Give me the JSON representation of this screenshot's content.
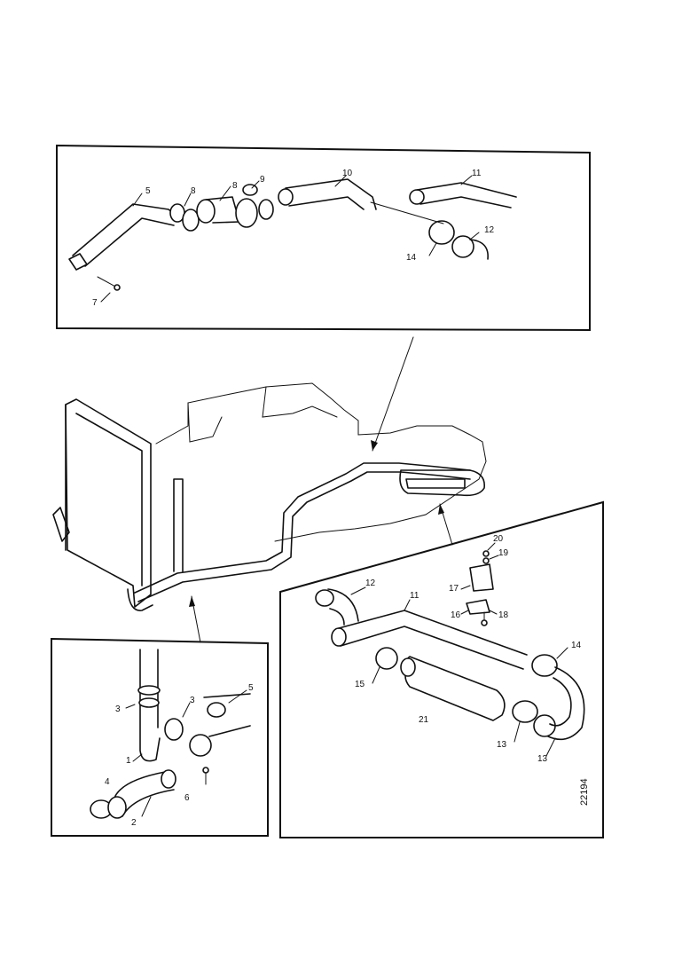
{
  "top_inset": {
    "callouts": [
      "5",
      "8",
      "8",
      "9",
      "10",
      "11",
      "12",
      "14",
      "7"
    ]
  },
  "bottom_left_inset": {
    "callouts": [
      "3",
      "3",
      "5",
      "1",
      "4",
      "2",
      "6"
    ]
  },
  "bottom_right_inset": {
    "callouts": [
      "20",
      "19",
      "12",
      "11",
      "17",
      "16",
      "18",
      "14",
      "15",
      "21",
      "13",
      "13"
    ]
  },
  "figure_code": "22194"
}
